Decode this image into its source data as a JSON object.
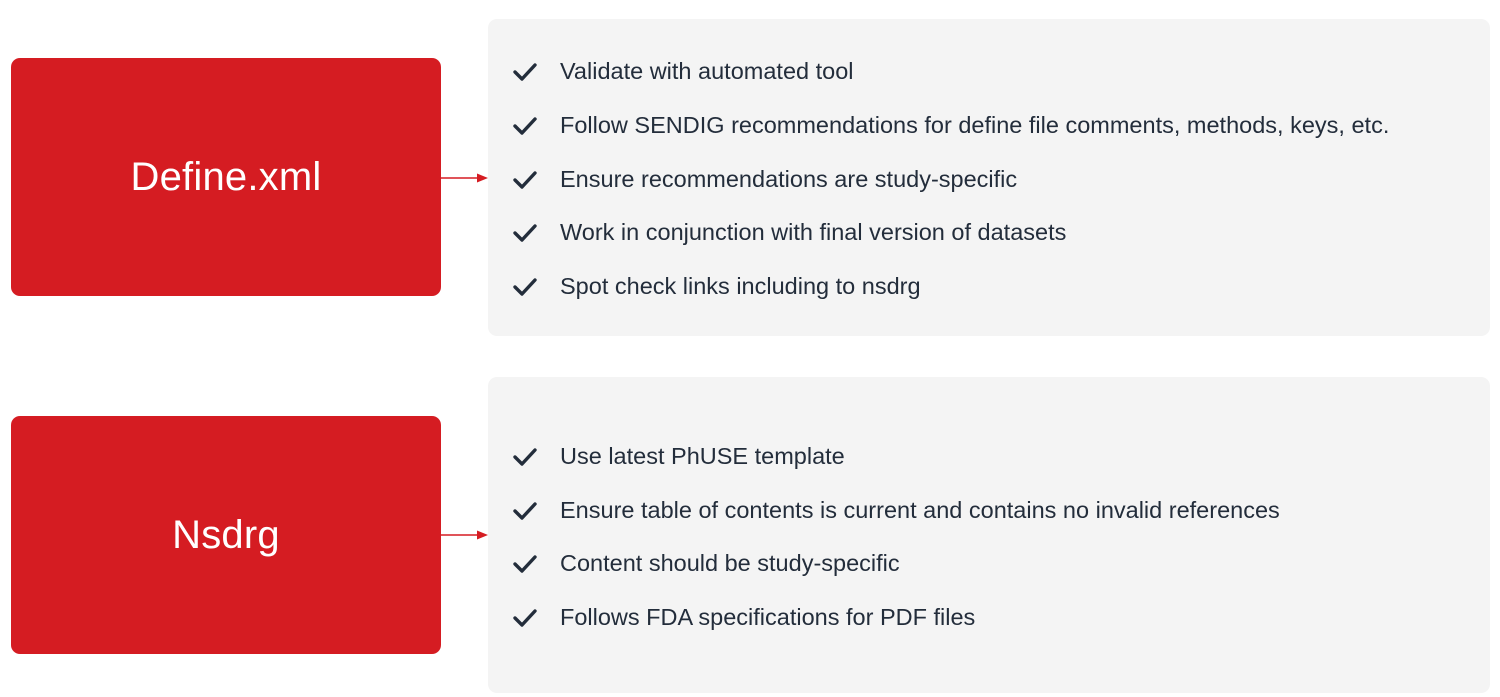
{
  "sections": [
    {
      "label": "Define.xml",
      "items": [
        "Validate with automated tool",
        "Follow SENDIG recommendations for define file comments, methods, keys, etc.",
        "Ensure recommendations are study-specific",
        "Work in conjunction with final version of datasets",
        "Spot check links including to nsdrg"
      ]
    },
    {
      "label": "Nsdrg",
      "items": [
        "Use latest PhUSE template",
        "Ensure table of contents is current and contains no invalid references",
        "Content should be study-specific",
        "Follows FDA specifications for PDF files"
      ]
    }
  ],
  "colors": {
    "label_bg": "#d51c22",
    "label_text": "#ffffff",
    "panel_bg": "#f4f4f4",
    "item_text": "#232d3b",
    "check": "#232d3b",
    "connector": "#d51c22"
  },
  "icons": {
    "item_marker": "check-icon",
    "connector": "arrow-right-icon"
  }
}
